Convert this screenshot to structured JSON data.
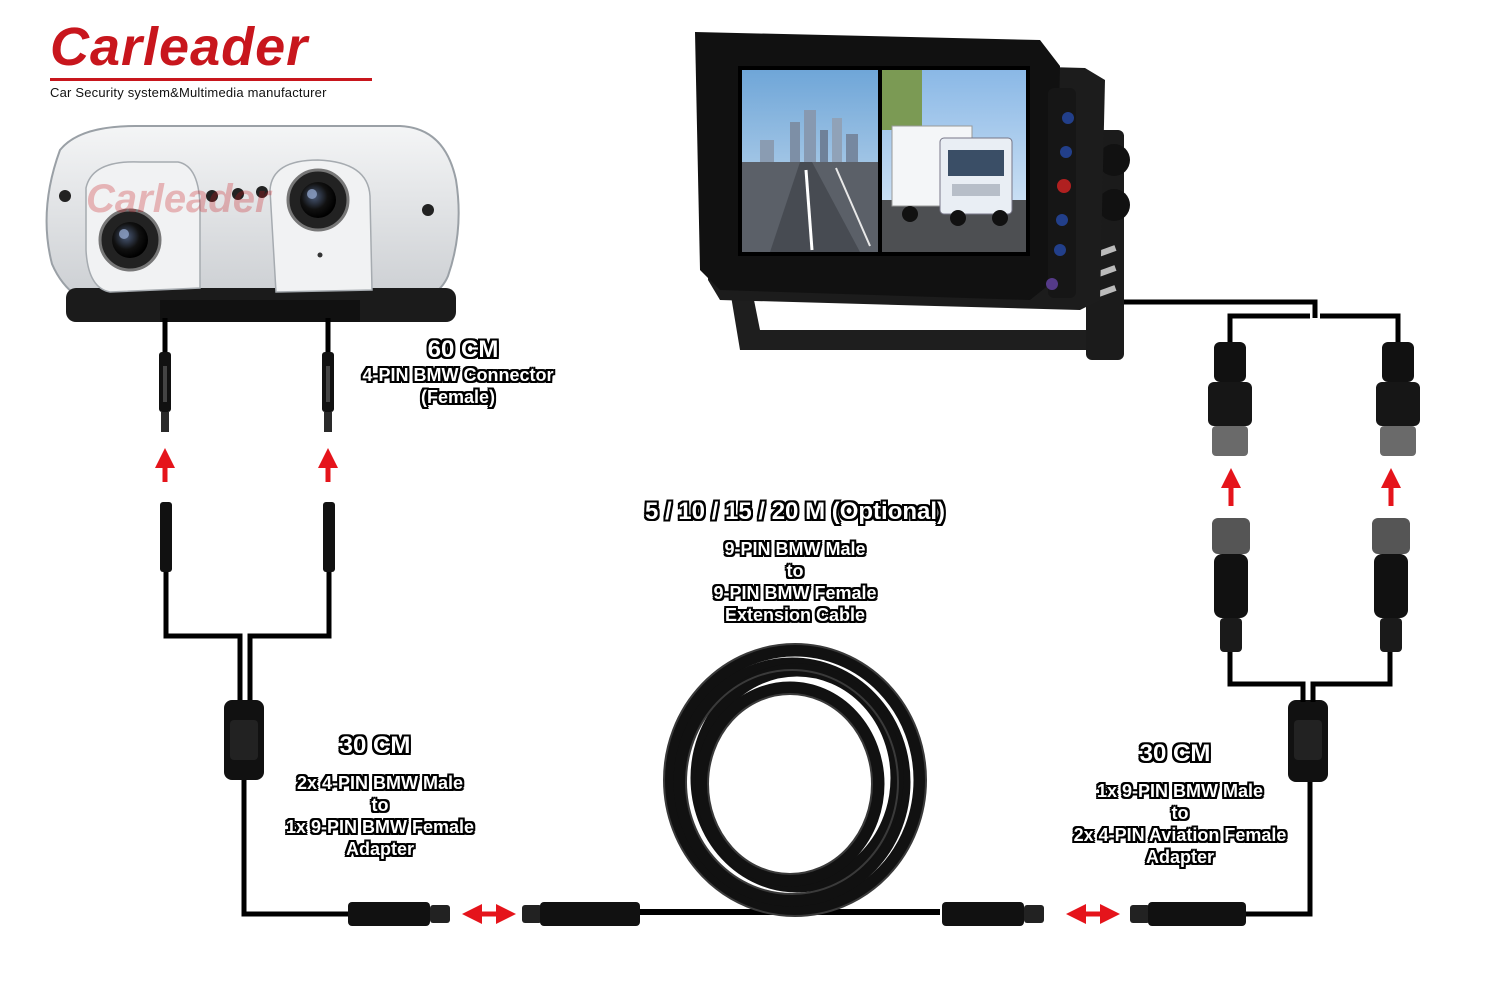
{
  "brand": {
    "name": "Carleader",
    "tagline": "Car Security system&Multimedia manufacturer",
    "color": "#c8161d"
  },
  "watermark": {
    "text": "Carleader"
  },
  "labels": {
    "camera_cable": {
      "length": "60 CM",
      "desc": [
        "4-PIN BMW Connector",
        "(Female)"
      ]
    },
    "extension_cable": {
      "length": "5 / 10 / 15 / 20 M (Optional)",
      "desc": [
        "9-PIN BMW Male",
        "to",
        "9-PIN BMW Female",
        "Extension Cable"
      ]
    },
    "left_adapter": {
      "length": "30 CM",
      "desc": [
        "2x 4-PIN BMW Male",
        "to",
        "1x 9-PIN BMW Female",
        "Adapter"
      ]
    },
    "right_adapter": {
      "length": "30 CM",
      "desc": [
        "1x 9-PIN BMW Male",
        "to",
        "2x 4-PIN Aviation Female",
        "Adapter"
      ]
    }
  },
  "colors": {
    "arrow": "#e5141b",
    "cable": "#000000",
    "camera_body": "#e6e8ea"
  }
}
